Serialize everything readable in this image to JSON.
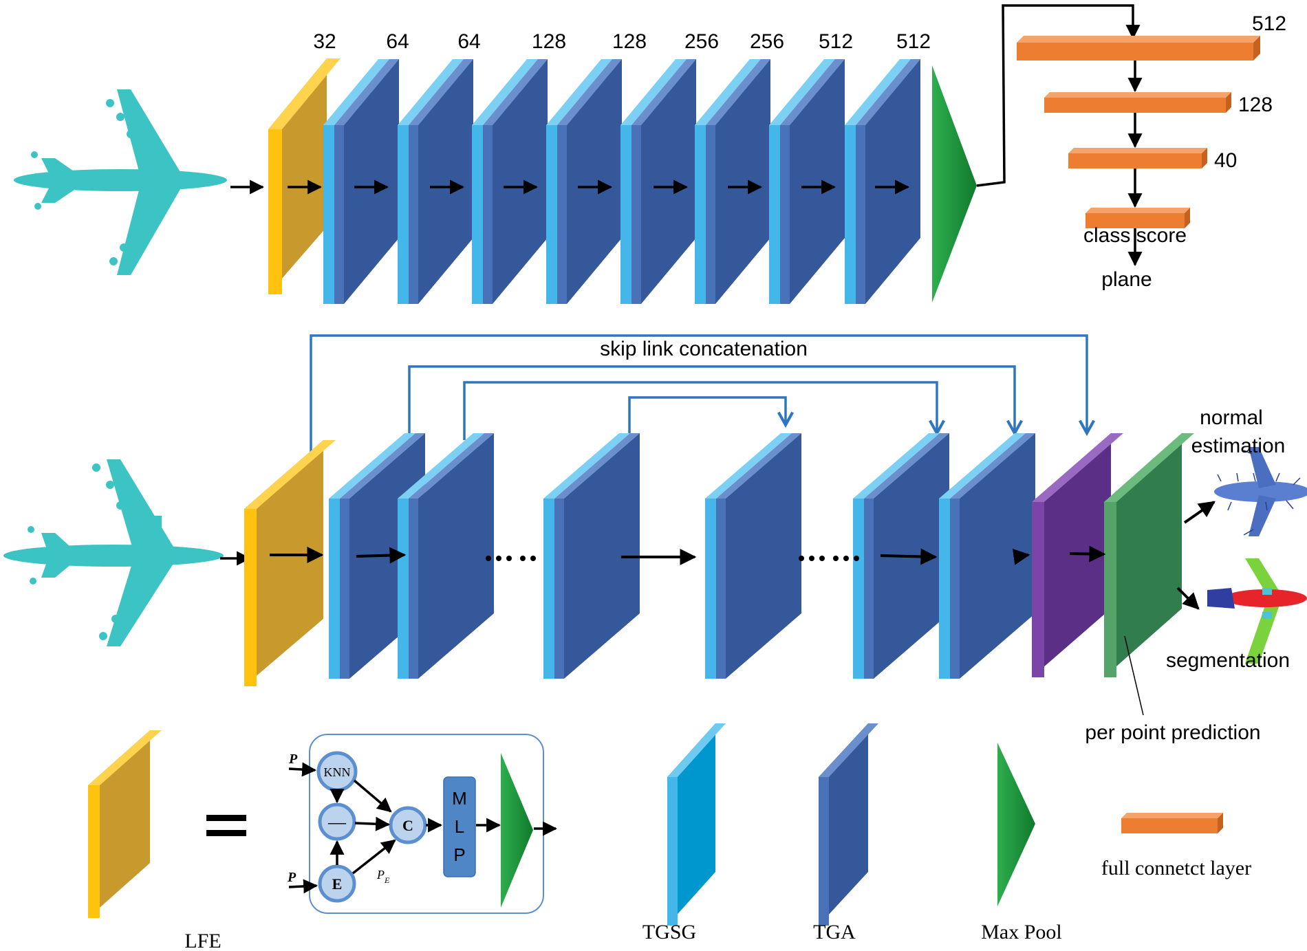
{
  "top_network": {
    "channel_labels": [
      "32",
      "64",
      "64",
      "128",
      "128",
      "256",
      "256",
      "512",
      "512"
    ],
    "fc_labels": [
      "512",
      "128",
      "40"
    ],
    "class_score_label": "class score",
    "output_label": "plane"
  },
  "bottom_network": {
    "skip_label": "skip link concatenation",
    "outputs": [
      "normal estimation",
      "segmentation"
    ],
    "per_point_label": "per point prediction"
  },
  "legend": {
    "lfe_label": "LFE",
    "tgsg_label": "TGSG",
    "tga_label": "TGA",
    "maxpool_label": "Max Pool",
    "fc_label": "full connetct layer",
    "module": {
      "knn": "KNN",
      "minus": "—",
      "concat": "C",
      "edge": "E",
      "mlp": [
        "M",
        "L",
        "P"
      ],
      "input_p": "P",
      "input_p2": "P",
      "pe_main": "P",
      "pe_sub": "E"
    }
  },
  "colors": {
    "lfe_front": "#c89a2e",
    "lfe_side": "#ffc20e",
    "tgsg": "#44b6ea",
    "tga_front": "#34589a",
    "tga_side": "#4a72b8",
    "maxpool": "#2fae4e",
    "fc": "#ed7d31",
    "skip_line": "#2f75c0",
    "purple": "#5a2f85",
    "green_block": "#317d4d",
    "airplane": "#3cc4c4"
  }
}
